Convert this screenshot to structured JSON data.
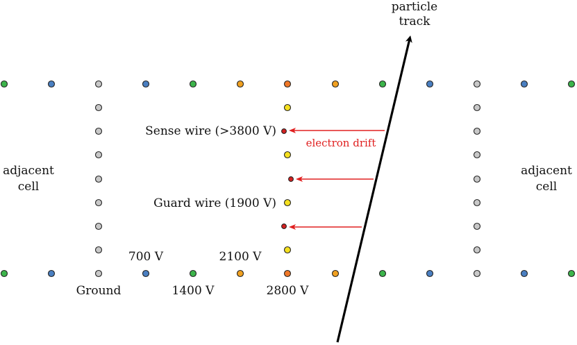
{
  "labels": {
    "particle_track_line1": "particle",
    "particle_track_line2": "track",
    "adjacent_left_line1": "adjacent",
    "adjacent_left_line2": "cell",
    "adjacent_right_line1": "adjacent",
    "adjacent_right_line2": "cell",
    "sense_wire": "Sense wire (>3800 V)",
    "guard_wire": "Guard wire (1900 V)",
    "electron_drift": "electron drift",
    "v700": "700 V",
    "v2100": "2100 V",
    "ground": "Ground",
    "v1400": "1400 V",
    "v2800": "2800 V"
  },
  "colors": {
    "ground": "#c8c8c8",
    "v700": "#4a7fc1",
    "v1400": "#3cb44b",
    "v2100": "#f0a020",
    "v2800": "#f07828",
    "guard": "#f5e020",
    "sense": "#d42020",
    "drift": "#e02020",
    "track": "#000000"
  },
  "wire_rows": {
    "top_and_bottom": [
      "v1400",
      "v700",
      "ground",
      "v700",
      "v1400",
      "v2100",
      "v2800",
      "v2100",
      "v1400",
      "v700",
      "ground",
      "v700",
      "v1400"
    ],
    "left_column": [
      "ground",
      "ground",
      "ground",
      "ground",
      "ground",
      "ground",
      "ground"
    ],
    "center_column": [
      "guard",
      "sense",
      "guard",
      "sense",
      "guard",
      "sense",
      "guard"
    ],
    "right_column": [
      "ground",
      "ground",
      "ground",
      "ground",
      "ground",
      "ground",
      "ground"
    ]
  }
}
